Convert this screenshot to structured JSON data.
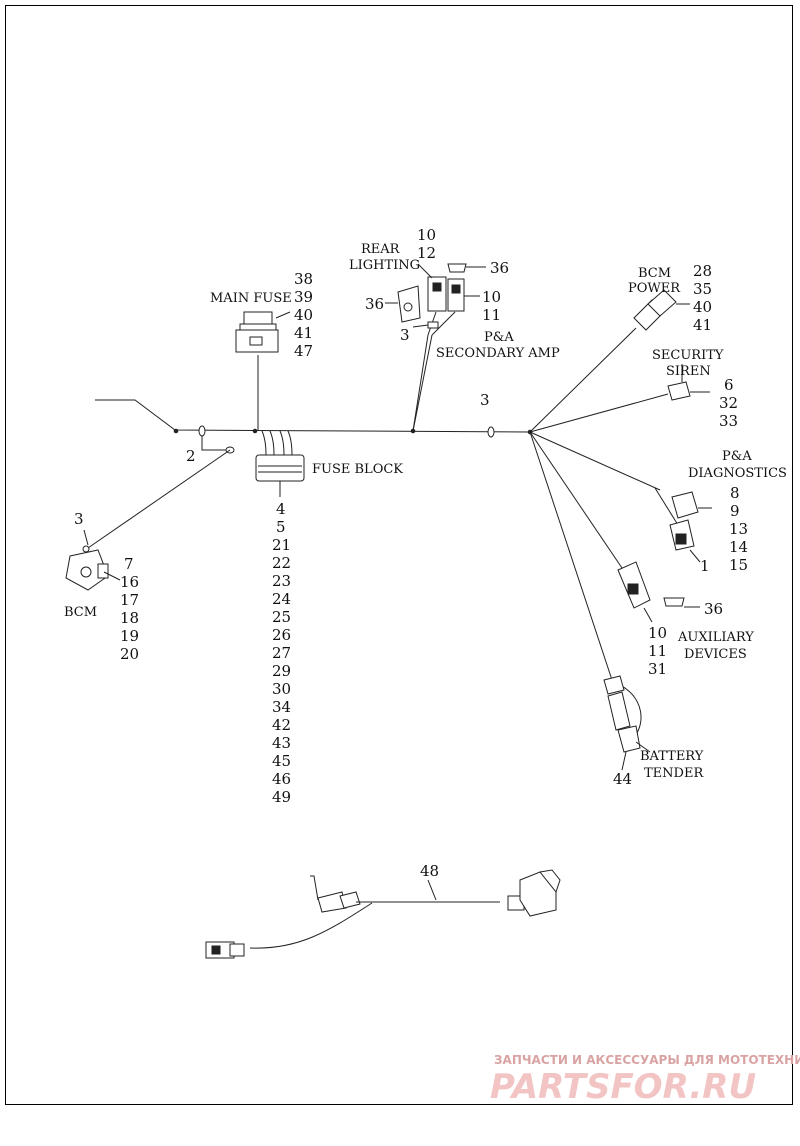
{
  "labels": {
    "main_fuse": "MAIN FUSE",
    "rear_lighting_1": "REAR",
    "rear_lighting_2": "LIGHTING",
    "pa_secondary_1": "P&A",
    "pa_secondary_2": "SECONDARY AMP",
    "bcm_power_1": "BCM",
    "bcm_power_2": "POWER",
    "security_1": "SECURITY",
    "security_2": "SIREN",
    "pa_diag_1": "P&A",
    "pa_diag_2": "DIAGNOSTICS",
    "fuse_block": "FUSE BLOCK",
    "bcm": "BCM",
    "aux_1": "AUXILIARY",
    "aux_2": "DEVICES",
    "battery_1": "BATTERY",
    "battery_2": "TENDER"
  },
  "callouts": {
    "main_fuse": [
      "38",
      "39",
      "40",
      "41",
      "47"
    ],
    "rear_top": [
      "10",
      "12"
    ],
    "rear_cap": "36",
    "rear_right": [
      "10",
      "11"
    ],
    "rear_left_cap": "36",
    "rear_3": "3",
    "bcm_power": [
      "28",
      "35",
      "40",
      "41"
    ],
    "security": [
      "6",
      "32",
      "33"
    ],
    "trunk_3": "3",
    "ground_2": "2",
    "pa_diag": [
      "8",
      "9",
      "13",
      "14",
      "15"
    ],
    "pa_diag_1": "1",
    "fuse_block": [
      "4",
      "5",
      "21",
      "22",
      "23",
      "24",
      "25",
      "26",
      "27",
      "29",
      "30",
      "34",
      "42",
      "43",
      "45",
      "46",
      "49"
    ],
    "bcm_3": "3",
    "bcm": [
      "7",
      "16",
      "17",
      "18",
      "19",
      "20"
    ],
    "aux_cap": "36",
    "aux": [
      "10",
      "11",
      "31"
    ],
    "battery": "44",
    "harness_48": "48"
  },
  "watermark": {
    "top": "ЗАПЧАСТИ И АКСЕССУАРЫ ДЛЯ МОТОТЕХНИКИ",
    "brand": "PARTSFOR.RU"
  }
}
